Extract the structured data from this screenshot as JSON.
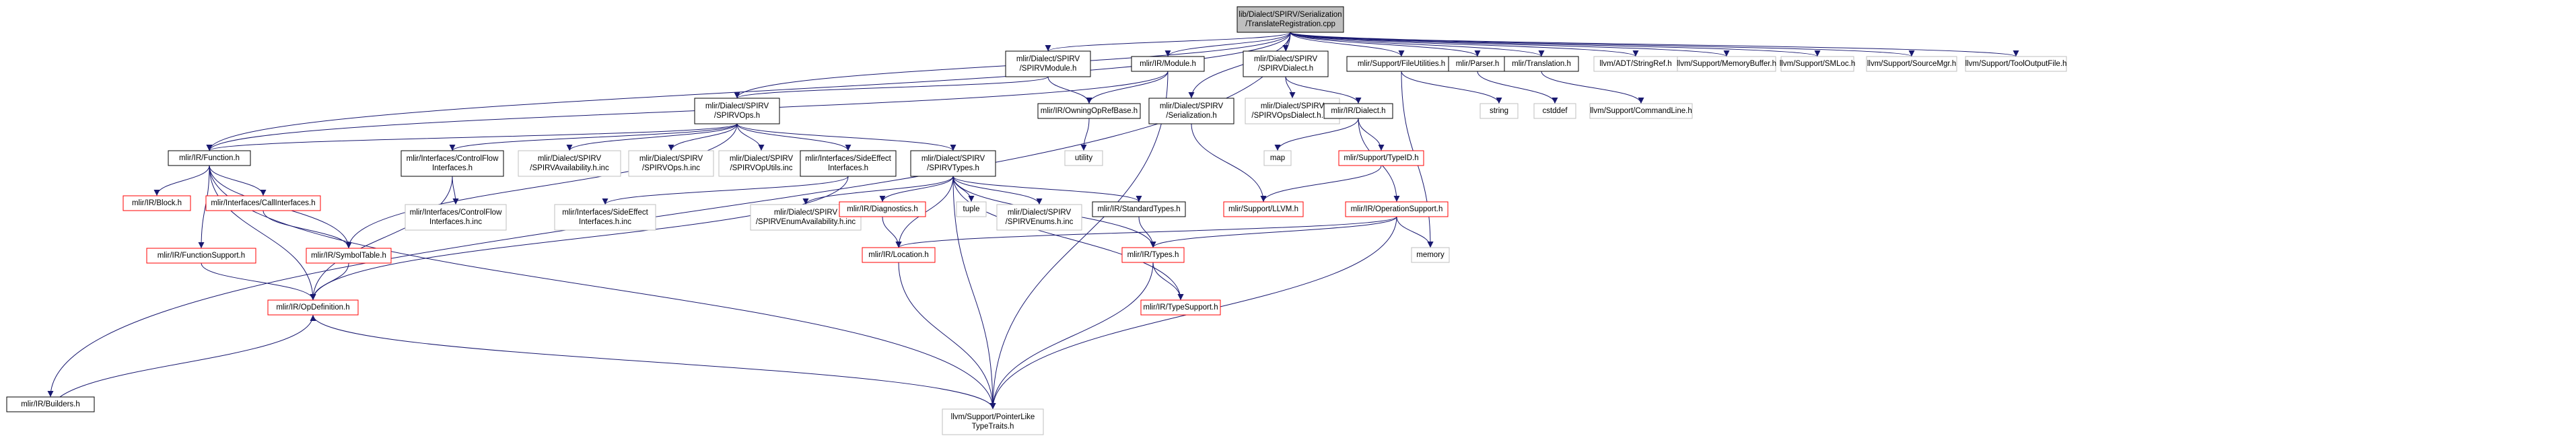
{
  "graph": {
    "nodes": [
      {
        "id": "root",
        "lines": [
          "lib/Dialect/SPIRV/Serialization",
          "/TranslateRegistration.cpp"
        ],
        "style": "root"
      },
      {
        "id": "builders",
        "lines": [
          "mlir/IR/Builders.h"
        ],
        "style": "black"
      },
      {
        "id": "function",
        "lines": [
          "mlir/IR/Function.h"
        ],
        "style": "black"
      },
      {
        "id": "spirvops",
        "lines": [
          "mlir/Dialect/SPIRV",
          "/SPIRVOps.h"
        ],
        "style": "black"
      },
      {
        "id": "spirvmodule",
        "lines": [
          "mlir/Dialect/SPIRV",
          "/SPIRVModule.h"
        ],
        "style": "black"
      },
      {
        "id": "module",
        "lines": [
          "mlir/IR/Module.h"
        ],
        "style": "black"
      },
      {
        "id": "spirvdialect",
        "lines": [
          "mlir/Dialect/SPIRV",
          "/SPIRVDialect.h"
        ],
        "style": "black"
      },
      {
        "id": "serialization",
        "lines": [
          "mlir/Dialect/SPIRV",
          "/Serialization.h"
        ],
        "style": "black"
      },
      {
        "id": "fileutilities",
        "lines": [
          "mlir/Support/FileUtilities.h"
        ],
        "style": "black"
      },
      {
        "id": "parser",
        "lines": [
          "mlir/Parser.h"
        ],
        "style": "black"
      },
      {
        "id": "translation",
        "lines": [
          "mlir/Translation.h"
        ],
        "style": "black"
      },
      {
        "id": "stringref",
        "lines": [
          "llvm/ADT/StringRef.h"
        ],
        "style": "gray"
      },
      {
        "id": "memorybuffer",
        "lines": [
          "llvm/Support/MemoryBuffer.h"
        ],
        "style": "gray"
      },
      {
        "id": "smloc",
        "lines": [
          "llvm/Support/SMLoc.h"
        ],
        "style": "gray"
      },
      {
        "id": "sourcemgr",
        "lines": [
          "llvm/Support/SourceMgr.h"
        ],
        "style": "gray"
      },
      {
        "id": "tooloutputfile",
        "lines": [
          "llvm/Support/ToolOutputFile.h"
        ],
        "style": "gray"
      },
      {
        "id": "owningopref",
        "lines": [
          "mlir/IR/OwningOpRefBase.h"
        ],
        "style": "black"
      },
      {
        "id": "utility",
        "lines": [
          "utility"
        ],
        "style": "gray"
      },
      {
        "id": "spirvopsdialectinc",
        "lines": [
          "mlir/Dialect/SPIRV",
          "/SPIRVOpsDialect.h.inc"
        ],
        "style": "gray"
      },
      {
        "id": "dialect",
        "lines": [
          "mlir/IR/Dialect.h"
        ],
        "style": "black"
      },
      {
        "id": "string",
        "lines": [
          "string"
        ],
        "style": "gray"
      },
      {
        "id": "cstddef",
        "lines": [
          "cstddef"
        ],
        "style": "gray"
      },
      {
        "id": "commandline",
        "lines": [
          "llvm/Support/CommandLine.h"
        ],
        "style": "gray"
      },
      {
        "id": "controlflowifaces",
        "lines": [
          "mlir/Interfaces/ControlFlow",
          "Interfaces.h"
        ],
        "style": "black"
      },
      {
        "id": "spirvavailinc",
        "lines": [
          "mlir/Dialect/SPIRV",
          "/SPIRVAvailability.h.inc"
        ],
        "style": "gray"
      },
      {
        "id": "spirvopsinc",
        "lines": [
          "mlir/Dialect/SPIRV",
          "/SPIRVOps.h.inc"
        ],
        "style": "gray"
      },
      {
        "id": "spirvoputils",
        "lines": [
          "mlir/Dialect/SPIRV",
          "/SPIRVOpUtils.inc"
        ],
        "style": "gray"
      },
      {
        "id": "sideeffectifaces",
        "lines": [
          "mlir/Interfaces/SideEffect",
          "Interfaces.h"
        ],
        "style": "black"
      },
      {
        "id": "spirvtypes",
        "lines": [
          "mlir/Dialect/SPIRV",
          "/SPIRVTypes.h"
        ],
        "style": "black"
      },
      {
        "id": "map",
        "lines": [
          "map"
        ],
        "style": "gray"
      },
      {
        "id": "typeid",
        "lines": [
          "mlir/Support/TypeID.h"
        ],
        "style": "red"
      },
      {
        "id": "block",
        "lines": [
          "mlir/IR/Block.h"
        ],
        "style": "red"
      },
      {
        "id": "callifaces",
        "lines": [
          "mlir/Interfaces/CallInterfaces.h"
        ],
        "style": "red"
      },
      {
        "id": "controlflowinc",
        "lines": [
          "mlir/Interfaces/ControlFlow",
          "Interfaces.h.inc"
        ],
        "style": "gray"
      },
      {
        "id": "sideeffectinc",
        "lines": [
          "mlir/Interfaces/SideEffect",
          "Interfaces.h.inc"
        ],
        "style": "gray"
      },
      {
        "id": "enumavailinc",
        "lines": [
          "mlir/Dialect/SPIRV",
          "/SPIRVEnumAvailability.h.inc"
        ],
        "style": "gray"
      },
      {
        "id": "diagnostics",
        "lines": [
          "mlir/IR/Diagnostics.h"
        ],
        "style": "red"
      },
      {
        "id": "tuple",
        "lines": [
          "tuple"
        ],
        "style": "gray"
      },
      {
        "id": "spirvenumsinc",
        "lines": [
          "mlir/Dialect/SPIRV",
          "/SPIRVEnums.h.inc"
        ],
        "style": "gray"
      },
      {
        "id": "standardtypes",
        "lines": [
          "mlir/IR/StandardTypes.h"
        ],
        "style": "black"
      },
      {
        "id": "llvmh",
        "lines": [
          "mlir/Support/LLVM.h"
        ],
        "style": "red"
      },
      {
        "id": "operationsupport",
        "lines": [
          "mlir/IR/OperationSupport.h"
        ],
        "style": "red"
      },
      {
        "id": "functionsupport",
        "lines": [
          "mlir/IR/FunctionSupport.h"
        ],
        "style": "red"
      },
      {
        "id": "symboltable",
        "lines": [
          "mlir/IR/SymbolTable.h"
        ],
        "style": "red"
      },
      {
        "id": "location",
        "lines": [
          "mlir/IR/Location.h"
        ],
        "style": "red"
      },
      {
        "id": "types",
        "lines": [
          "mlir/IR/Types.h"
        ],
        "style": "red"
      },
      {
        "id": "memory",
        "lines": [
          "memory"
        ],
        "style": "gray"
      },
      {
        "id": "opdefinition",
        "lines": [
          "mlir/IR/OpDefinition.h"
        ],
        "style": "red"
      },
      {
        "id": "typesupport",
        "lines": [
          "mlir/IR/TypeSupport.h"
        ],
        "style": "red"
      },
      {
        "id": "pointerlike",
        "lines": [
          "llvm/Support/PointerLike",
          "TypeTraits.h"
        ],
        "style": "gray"
      }
    ],
    "edges": [
      [
        "root",
        "builders"
      ],
      [
        "root",
        "function"
      ],
      [
        "root",
        "spirvops"
      ],
      [
        "root",
        "spirvmodule"
      ],
      [
        "root",
        "module"
      ],
      [
        "root",
        "spirvdialect"
      ],
      [
        "root",
        "serialization"
      ],
      [
        "root",
        "fileutilities"
      ],
      [
        "root",
        "parser"
      ],
      [
        "root",
        "translation"
      ],
      [
        "root",
        "stringref"
      ],
      [
        "root",
        "memorybuffer"
      ],
      [
        "root",
        "smloc"
      ],
      [
        "root",
        "sourcemgr"
      ],
      [
        "root",
        "tooloutputfile"
      ],
      [
        "spirvmodule",
        "spirvops"
      ],
      [
        "spirvmodule",
        "owningopref"
      ],
      [
        "module",
        "function"
      ],
      [
        "module",
        "owningopref"
      ],
      [
        "module",
        "pointerlike"
      ],
      [
        "owningopref",
        "utility"
      ],
      [
        "spirvdialect",
        "spirvopsdialectinc"
      ],
      [
        "spirvdialect",
        "dialect"
      ],
      [
        "serialization",
        "llvmh"
      ],
      [
        "fileutilities",
        "string"
      ],
      [
        "fileutilities",
        "memory"
      ],
      [
        "parser",
        "cstddef"
      ],
      [
        "translation",
        "commandline"
      ],
      [
        "spirvops",
        "function"
      ],
      [
        "spirvops",
        "controlflowifaces"
      ],
      [
        "spirvops",
        "spirvavailinc"
      ],
      [
        "spirvops",
        "spirvopsinc"
      ],
      [
        "spirvops",
        "spirvoputils"
      ],
      [
        "spirvops",
        "sideeffectifaces"
      ],
      [
        "spirvops",
        "spirvtypes"
      ],
      [
        "spirvops",
        "symboltable"
      ],
      [
        "function",
        "block"
      ],
      [
        "function",
        "callifaces"
      ],
      [
        "function",
        "functionsupport"
      ],
      [
        "function",
        "symboltable"
      ],
      [
        "function",
        "opdefinition"
      ],
      [
        "function",
        "pointerlike"
      ],
      [
        "builders",
        "opdefinition"
      ],
      [
        "callifaces",
        "symboltable"
      ],
      [
        "functionsupport",
        "opdefinition"
      ],
      [
        "symboltable",
        "opdefinition"
      ],
      [
        "controlflowifaces",
        "controlflowinc"
      ],
      [
        "controlflowifaces",
        "opdefinition"
      ],
      [
        "sideeffectifaces",
        "sideeffectinc"
      ],
      [
        "sideeffectifaces",
        "opdefinition"
      ],
      [
        "spirvtypes",
        "enumavailinc"
      ],
      [
        "spirvtypes",
        "diagnostics"
      ],
      [
        "spirvtypes",
        "tuple"
      ],
      [
        "spirvtypes",
        "spirvenumsinc"
      ],
      [
        "spirvtypes",
        "standardtypes"
      ],
      [
        "spirvtypes",
        "location"
      ],
      [
        "spirvtypes",
        "types"
      ],
      [
        "spirvtypes",
        "typesupport"
      ],
      [
        "spirvtypes",
        "pointerlike"
      ],
      [
        "diagnostics",
        "location"
      ],
      [
        "standardtypes",
        "types"
      ],
      [
        "dialect",
        "map"
      ],
      [
        "dialect",
        "typeid"
      ],
      [
        "dialect",
        "operationsupport"
      ],
      [
        "typeid",
        "llvmh"
      ],
      [
        "operationsupport",
        "location"
      ],
      [
        "operationsupport",
        "types"
      ],
      [
        "operationsupport",
        "memory"
      ],
      [
        "operationsupport",
        "pointerlike"
      ],
      [
        "location",
        "pointerlike"
      ],
      [
        "types",
        "typesupport"
      ],
      [
        "types",
        "pointerlike"
      ],
      [
        "opdefinition",
        "pointerlike"
      ]
    ]
  },
  "colors": {
    "root_fill": "#bfbfbf",
    "black_stroke": "#000000",
    "red_stroke": "#ff0000",
    "gray_stroke": "#bfbfbf",
    "edge_stroke": "#191970",
    "text": "#000000"
  }
}
